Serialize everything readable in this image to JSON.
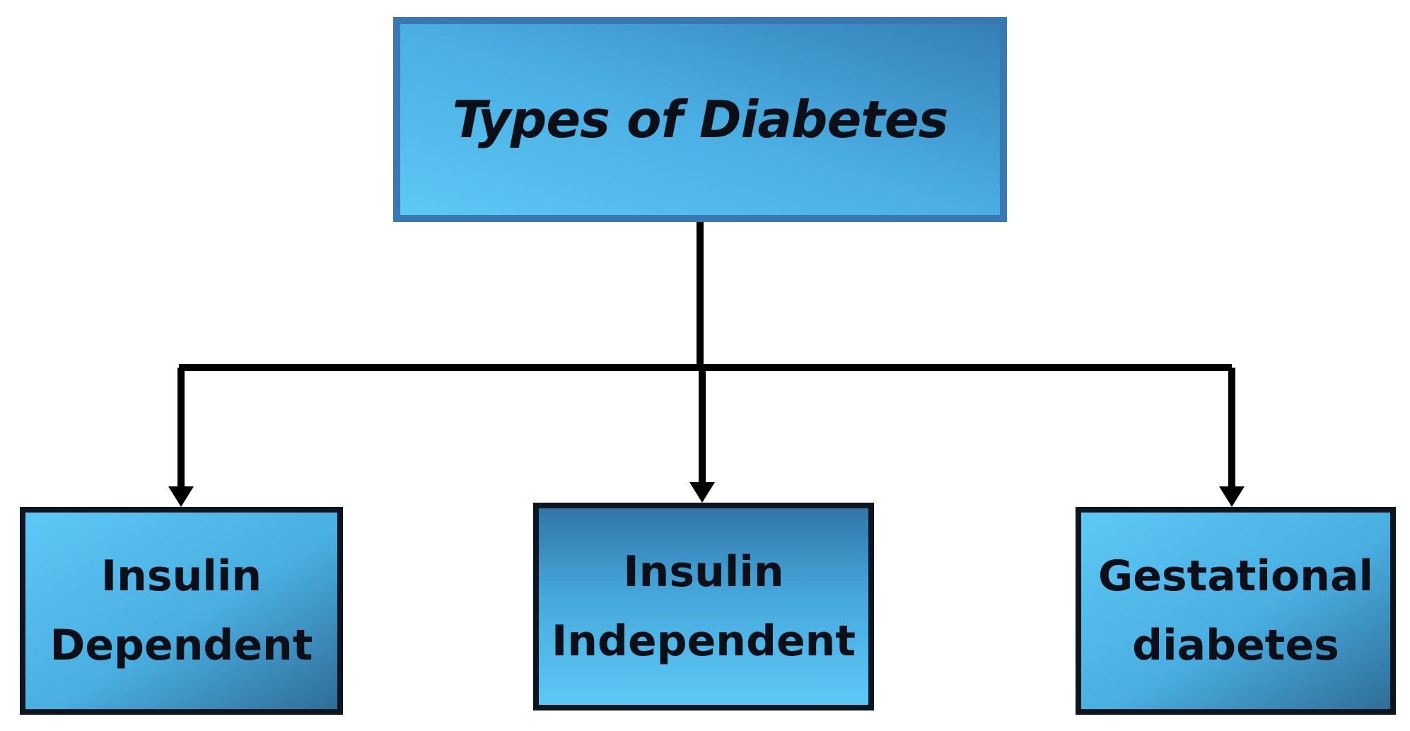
{
  "diagram": {
    "root": {
      "label": "Types of Diabetes"
    },
    "children": [
      {
        "id": "insulin-dependent",
        "label": "Insulin\nDependent"
      },
      {
        "id": "insulin-independent",
        "label": "Insulin\nIndependent"
      },
      {
        "id": "gestational-diabetes",
        "label": "Gestational\ndiabetes"
      }
    ],
    "edges": [
      {
        "from": "root",
        "to": "insulin-dependent"
      },
      {
        "from": "root",
        "to": "insulin-independent"
      },
      {
        "from": "root",
        "to": "gestational-diabetes"
      }
    ]
  },
  "colors": {
    "box_light": "#5dc8f6",
    "box_dark": "#3580b6",
    "root_border": "#3a78b4",
    "child_border": "#0d1520",
    "connector": "#000000",
    "text": "#0a0f18"
  }
}
